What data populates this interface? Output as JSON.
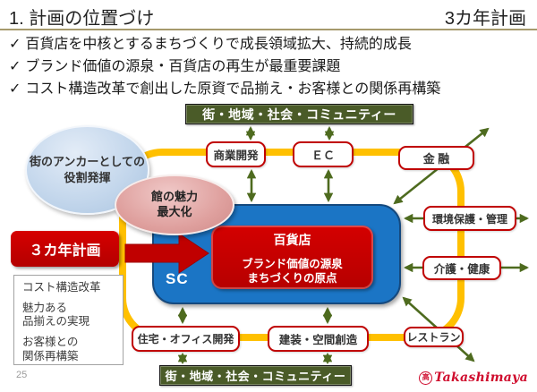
{
  "slide": {
    "title": "1. 計画の位置づけ",
    "title_right": "3カ年計画",
    "check": "✓",
    "bullets": [
      "百貨店を中核とするまちづくりで成長領域拡大、持続的成長",
      "ブランド価値の源泉・百貨店の再生が最重要課題",
      "コスト構造改革で創出した原資で品揃え・お客様との関係再構築"
    ],
    "page_number": "25"
  },
  "diagram": {
    "community_top": "街・地域・社会・コミュニティー",
    "community_bottom": "街・地域・社会・コミュニティー",
    "nodes": {
      "commercial": "商業開発",
      "ec": "ＥＣ",
      "finance": "金 融",
      "environment": "環境保護・管理",
      "care": "介護・健康",
      "restaurant": "レストラン",
      "housing": "住宅・オフィス開発",
      "interior": "建装・空間創造"
    },
    "ellipse_blue": "街のアンカーとしての\n役割発揮",
    "ellipse_pink": "館の魅力\n最大化",
    "sc_label": "SC",
    "department_store": {
      "title": "百貨店",
      "line1": "ブランド価値の源泉",
      "line2": "まちづくりの原点"
    },
    "plan_label": "３カ年計画",
    "plan_items": [
      "コスト構造改革",
      "魅力ある\n品揃えの実現",
      "お客様との\n関係再構築"
    ]
  },
  "footer": {
    "logo_mark": "高",
    "logo_text": "Takashimaya"
  },
  "colors": {
    "accent_red": "#C00000",
    "olive_green": "#4A5B28",
    "arrow_green": "#4E6B1F",
    "loop_orange": "#FFC000",
    "sc_blue": "#1B75C5",
    "logo_red": "#CF0A2C"
  }
}
